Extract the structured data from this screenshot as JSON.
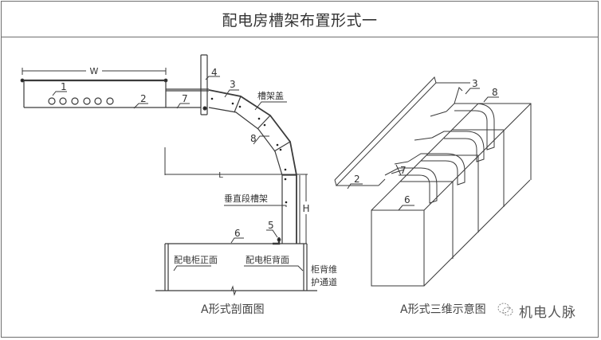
{
  "title": "配电房槽架布置形式一",
  "section_view": {
    "caption": "A形式剖面图",
    "dimension_labels": {
      "width": "W",
      "length": "L",
      "height": "H"
    },
    "callouts": [
      "1",
      "2",
      "3",
      "4",
      "5",
      "6",
      "7",
      "8"
    ],
    "labels": {
      "tray_cover": "槽架盖",
      "vertical_tray": "垂直段槽架",
      "cabinet_front": "配电柜正面",
      "cabinet_back": "配电柜背面",
      "rear_passage_line1": "柜背维",
      "rear_passage_line2": "护通道"
    }
  },
  "iso_view": {
    "caption": "A形式三维示意图",
    "callouts": [
      "2",
      "3",
      "6",
      "7",
      "8"
    ]
  },
  "watermark": {
    "icon": "wechat-icon",
    "text": "机电人脉"
  }
}
